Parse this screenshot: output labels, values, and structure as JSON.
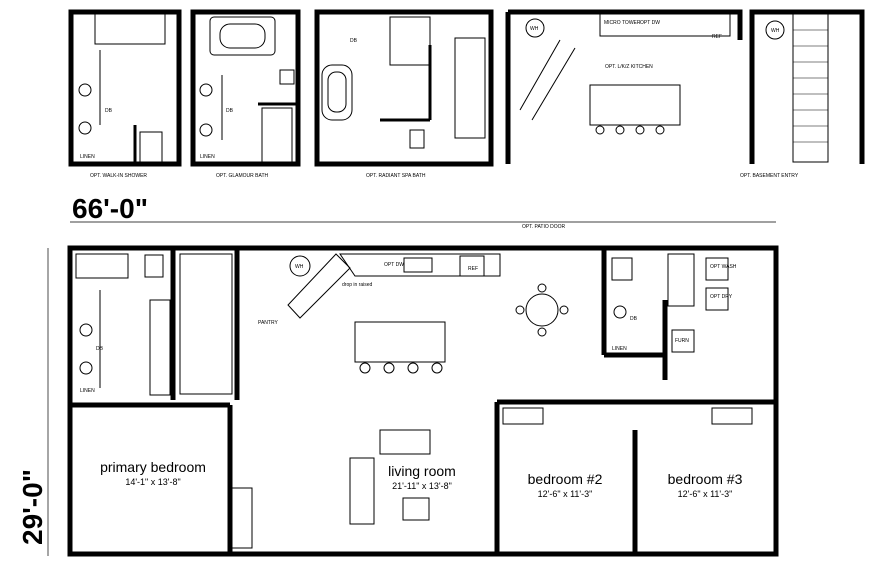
{
  "dimensions": {
    "width": "66'-0\"",
    "depth": "29'-0\""
  },
  "options": {
    "walkin_shower": "OPT. WALK-IN SHOWER",
    "glamour_bath": "OPT. GLAMOUR BATH",
    "radiant_spa_bath": "OPT. RADIANT SPA BATH",
    "l_kitchen": "OPT. L/K/Z KITCHEN",
    "basement_entry": "OPT. BASEMENT ENTRY",
    "patio_door": "OPT. PATIO DOOR"
  },
  "rooms": {
    "primary": {
      "name": "primary bedroom",
      "size": "14'-1\" x 13'-8\""
    },
    "living": {
      "name": "living room",
      "size": "21'-11\" x 13'-8\""
    },
    "bed2": {
      "name": "bedroom #2",
      "size": "12'-6\" x 11'-3\""
    },
    "bed3": {
      "name": "bedroom #3",
      "size": "12'-6\" x 11'-3\""
    }
  },
  "small_labels": {
    "linen": "LINEN",
    "db": "DB",
    "wh": "WH",
    "pantry": "PANTRY",
    "micro_tower": "MICRO TOWER",
    "opt_dw": "OPT DW",
    "ref": "REF",
    "drop_in_raised": "drop in raised",
    "opt_wash": "OPT WASH",
    "opt_dry": "OPT DRY",
    "furn": "FURN"
  }
}
